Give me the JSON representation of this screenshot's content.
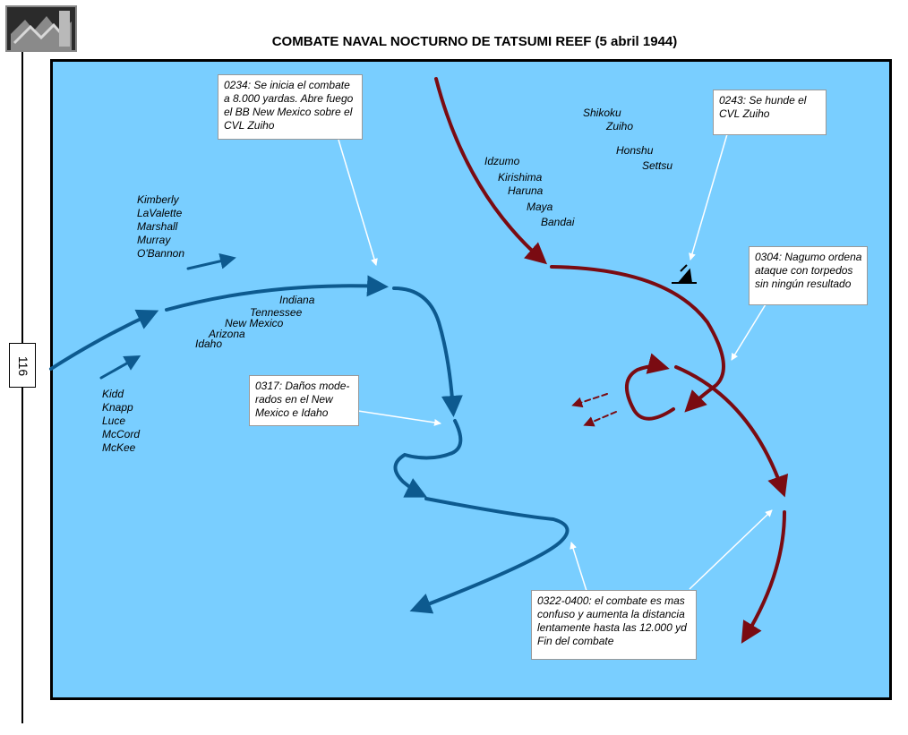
{
  "title": "COMBATE NAVAL NOCTURNO DE TATSUMI REEF (5 abril 1944)",
  "page_number": "116",
  "colors": {
    "sea": "#79ceff",
    "us_track": "#0d5a8f",
    "jp_track": "#7a0b12",
    "callout_arrow": "#ffffff"
  },
  "us_ships": {
    "destroyers_north": [
      "Kimberly",
      "LaValette",
      "Marshall",
      "Murray",
      "O'Bannon"
    ],
    "battleships": [
      "Indiana",
      "Tennessee",
      "New Mexico",
      "Arizona",
      "Idaho"
    ],
    "destroyers_south": [
      "Kidd",
      "Knapp",
      "Luce",
      "McCord",
      "McKee"
    ]
  },
  "japanese_ships": {
    "column_a": [
      "Idzumo",
      "Kirishima",
      "Haruna",
      "Maya",
      "Bandai"
    ],
    "column_b": [
      "Shikoku",
      "Zuiho",
      "Honshu",
      "Settsu"
    ]
  },
  "callouts": {
    "c0234": [
      "0234: Se inicia el combate",
      "a 8.000  yardas. Abre fuego",
      "el BB New Mexico sobre el",
      "CVL Zuiho"
    ],
    "c0243": [
      "0243: Se hunde el",
      "CVL Zuiho"
    ],
    "c0304": [
      "0304: Nagumo ordena",
      "ataque con torpedos",
      "sin ningún resultado"
    ],
    "c0317": [
      "0317: Daños mode-",
      "rados en el New",
      "Mexico e Idaho"
    ],
    "c0322": [
      "0322-0400: el combate es mas",
      "confuso y aumenta la distancia",
      "lentamente hasta las 12.000 yd",
      "Fin del combate"
    ]
  },
  "icons": {
    "sinking_ship": "sinking-ship-icon",
    "book_cover": "book-cover-icon"
  }
}
